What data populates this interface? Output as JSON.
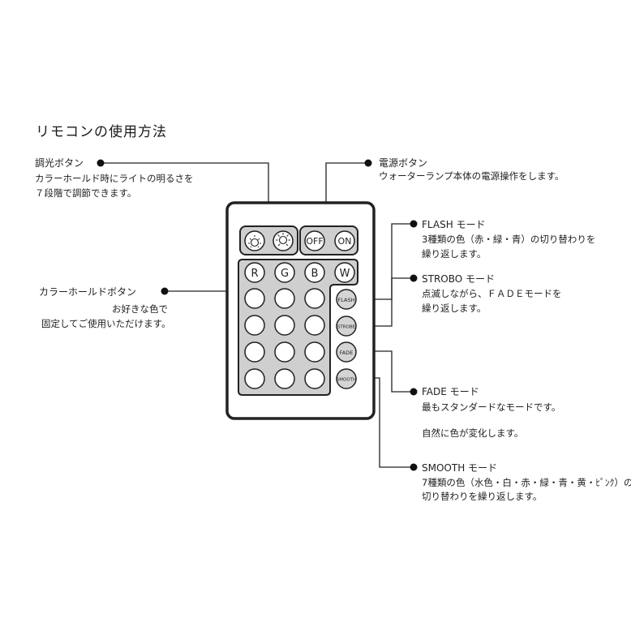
{
  "title": "リモコンの使用方法",
  "callouts": {
    "dimmer": {
      "label": "調光ボタン",
      "desc1": "カラーホールド時にライトの明るさを",
      "desc2": "７段階で調節できます。"
    },
    "power": {
      "label": "電源ボタン",
      "desc1": "ウォーターランプ本体の電源操作をします。"
    },
    "flash": {
      "label": "FLASH モード",
      "desc1": "3種類の色（赤・緑・青）の切り替わりを",
      "desc2": "繰り返します。"
    },
    "strobo": {
      "label": "STROBO モード",
      "desc1": "点滅しながら、ＦＡＤＥモードを",
      "desc2": "繰り返します。"
    },
    "color_hold": {
      "label": "カラーホールドボタン",
      "desc1": "お好きな色で",
      "desc2": "固定してご使用いただけます。"
    },
    "fade": {
      "label": "FADE モード",
      "desc1": "最もスタンダードなモードです。",
      "desc2": "自然に色が変化します。"
    },
    "smooth": {
      "label": "SMOOTH モード",
      "desc1": "7種類の色（水色・白・赤・緑・青・黄・ﾋﾟﾝｸ）の",
      "desc2": "切り替わりを繰り返します。"
    }
  },
  "remote": {
    "power_off": "OFF",
    "power_on": "ON",
    "color_keys": [
      "R",
      "G",
      "B",
      "W"
    ],
    "mode_keys": [
      "FLASH",
      "STROBE",
      "FADE",
      "SMOOTH"
    ],
    "colors": {
      "body_stroke": "#222222",
      "panel_fill": "#cfcfcf",
      "button_fill": "#ffffff",
      "mode_fill": "#d4d4d4",
      "line": "#222222"
    }
  }
}
